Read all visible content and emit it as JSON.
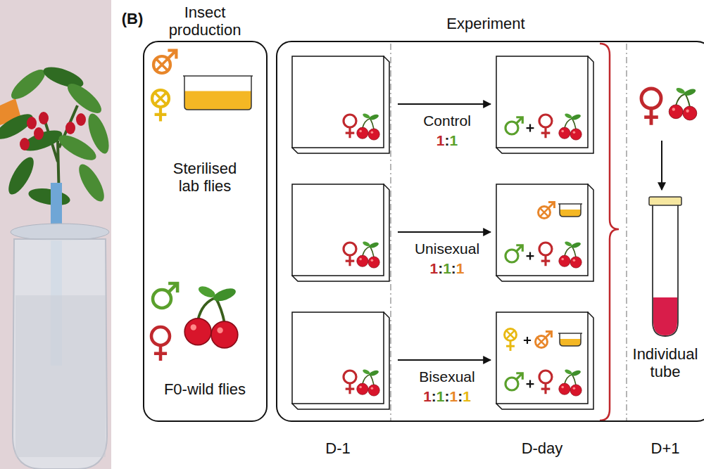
{
  "diagram": {
    "nodes": [
      {
        "text": [
          "Insect production",
          "Sterilised lab flies",
          "F0-wild flies"
        ]
      },
      {
        "text": [
          "Experiment"
        ]
      },
      {
        "text": [
          "Individual tube"
        ],
        "in": 1
      }
    ],
    "labels": [
      "(B)",
      "Control",
      "1:1",
      "Unisexual",
      "1:1:1",
      "Bisexual",
      "1:1:1:1",
      "D-1",
      "D-day",
      "D+1"
    ]
  }
}
